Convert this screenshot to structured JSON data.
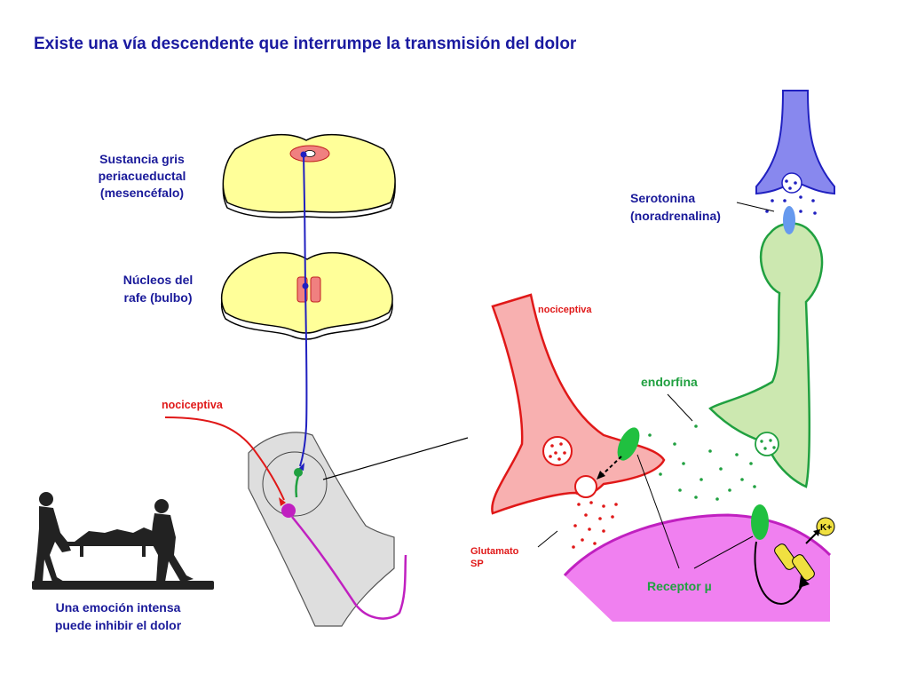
{
  "title": "Existe una vía descendente que interrumpe la transmisión del dolor",
  "labels": {
    "pag_line1": "Sustancia gris",
    "pag_line2": "periacueductal",
    "pag_line3": "(mesencéfalo)",
    "raphe_line1": "Núcleos del",
    "raphe_line2": "rafe (bulbo)",
    "nociceptiva_left": "nociceptiva",
    "nociceptiva_right": "nociceptiva",
    "serotonin_line1": "Serotonina",
    "serotonin_line2": "(noradrenalina)",
    "endorfina": "endorfina",
    "glutamato_line1": "Glutamato",
    "glutamato_line2": "SP",
    "receptor": "Receptor µ",
    "k_ion": "K+",
    "emotion_line1": "Una emoción intensa",
    "emotion_line2": "puede inhibir el dolor"
  },
  "colors": {
    "title": "#1a1aa0",
    "descending_pathway": "#2020c0",
    "nociceptive": "#e01818",
    "interneuron": "#20a040",
    "projection": "#c020c0",
    "brain_section": "#ffff99",
    "spinal_cord": "#dcdcdc",
    "postsynaptic": "#f080f0",
    "serotonergic": "#8888ee",
    "enkephalinergic": "#cce8b0",
    "channel": "#f0e040"
  }
}
